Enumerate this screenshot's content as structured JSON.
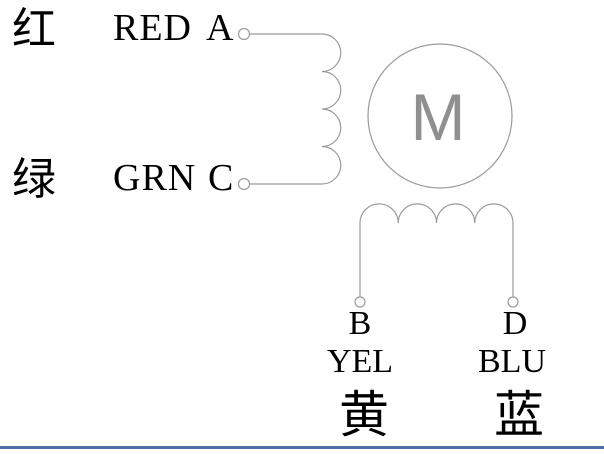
{
  "diagram": {
    "type": "stepper-motor-wiring-diagram",
    "motor_label": "M",
    "line_color": "#9b9b9b",
    "text_color": "#000000",
    "footer_rule_color": "#4e72a8",
    "phases": {
      "a": {
        "chinese": "红",
        "abbr": "RED",
        "terminal": "A"
      },
      "c": {
        "chinese": "绿",
        "abbr": "GRN",
        "terminal": "C"
      },
      "b": {
        "terminal": "B",
        "abbr": "YEL",
        "chinese": "黄"
      },
      "d": {
        "terminal": "D",
        "abbr": "BLU",
        "chinese": "蓝"
      }
    }
  }
}
